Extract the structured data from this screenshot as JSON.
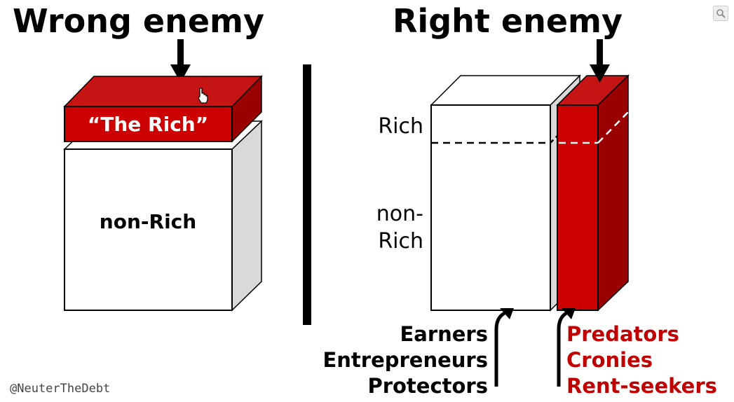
{
  "headings": {
    "left": "Wrong enemy",
    "right": "Right enemy"
  },
  "left_diagram": {
    "top_block_label": "“The Rich”",
    "bottom_block_label": "non-Rich"
  },
  "right_diagram": {
    "label_rich": "Rich",
    "label_non_rich_line1": "non-",
    "label_non_rich_line2": "Rich"
  },
  "white_group": [
    "Earners",
    "Entrepreneurs",
    "Protectors"
  ],
  "red_group": [
    "Predators",
    "Cronies",
    "Rent-seekers"
  ],
  "credit": "@NeuterTheDebt",
  "colors": {
    "red_front": "#cc0000",
    "red_top": "#c41414",
    "red_side": "#990000",
    "gray_side": "#d9d9d9",
    "red_text": "#c00000"
  },
  "icons": {
    "zoom": "magnifier-icon",
    "cursor": "hand-cursor-icon"
  }
}
